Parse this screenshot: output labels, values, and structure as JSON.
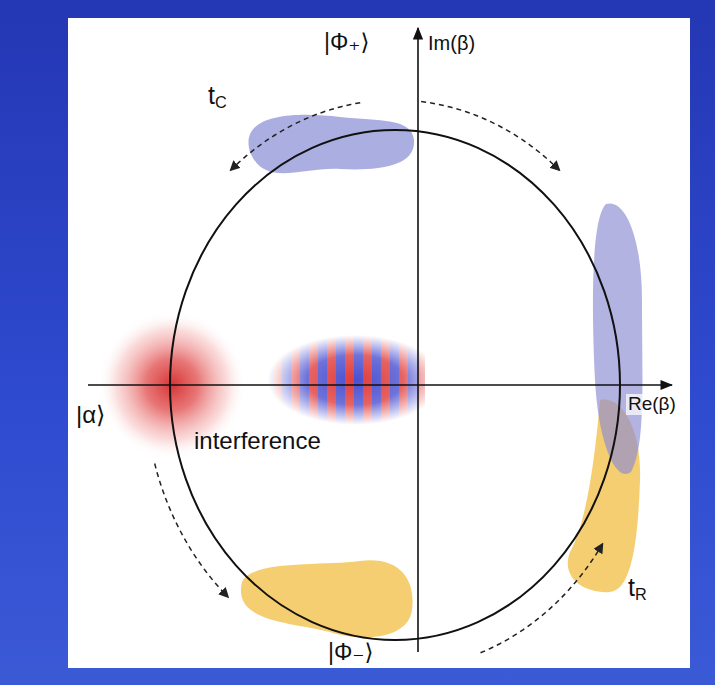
{
  "diagram": {
    "labels": [
      "|Φ₊⟩",
      "Im(β)",
      "tC",
      "|α⟩",
      "interference",
      "Re(β)",
      "tR",
      "|Φ₋⟩"
    ]
  }
}
